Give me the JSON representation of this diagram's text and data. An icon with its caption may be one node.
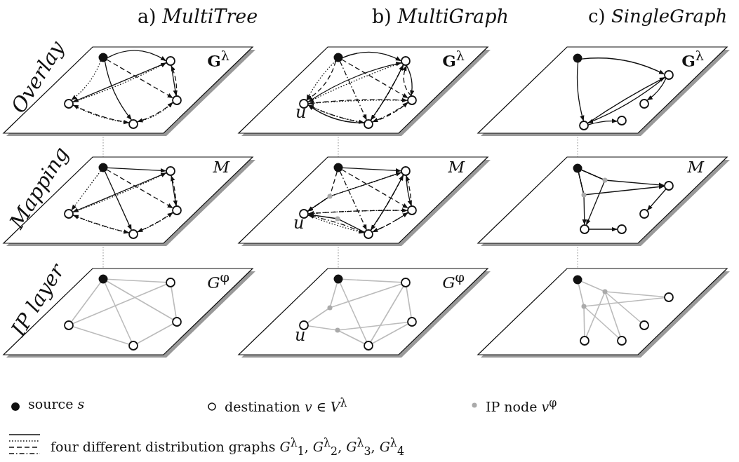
{
  "diagram": {
    "nodes": [
      {
        "text": [
          "**G**$^{λ}$"
        ]
      },
      {
        "text": [
          "**G**$^{λ}$"
        ]
      },
      {
        "text": [
          "**G**$^{λ}$"
        ]
      },
      {
        "text": [
          "M"
        ]
      },
      {
        "text": [
          "M"
        ]
      },
      {
        "text": [
          "M"
        ]
      },
      {
        "text": [
          "*G*$^{φ}$"
        ]
      },
      {
        "text": [
          "*G*$^{φ}$"
        ]
      },
      {
        "text": [],
        "shape": "parallelogram"
      }
    ],
    "edges": [
      {
        "from": 0,
        "to": 3,
        "arrow": "none",
        "style": "dashed",
        "color": "#888888"
      },
      {
        "from": 1,
        "to": 4,
        "arrow": "none",
        "style": "dashed",
        "color": "#888888"
      },
      {
        "from": 2,
        "to": 5,
        "arrow": "none",
        "style": "dashed",
        "color": "#888888"
      },
      {
        "from": 3,
        "to": 6,
        "arrow": "none",
        "style": "dashed",
        "color": "#888888"
      },
      {
        "from": 4,
        "to": 7,
        "arrow": "none",
        "style": "dashed",
        "color": "#888888"
      },
      {
        "from": 5,
        "to": 8,
        "arrow": "none",
        "style": "dashed",
        "color": "#888888"
      }
    ],
    "labels": [
      "a) *MultiTree*",
      "b) *MultiGraph*",
      "c) *SingleGraph*",
      "Overlay",
      "u",
      "Mapping",
      "u",
      "IP layer",
      "u"
    ],
    "legend": [
      {
        "text": "source *s*"
      },
      {
        "text": "destination *v* ∈ *V*$^{λ}$"
      },
      {
        "text": "IP node *v*$^{φ}$"
      },
      {
        "text": "four different distribution graphs *G*$^{λ}$$_{1}$, *G*$^{λ}$$_{2}$, *G*$^{λ}$$_{3}$, *G*$^{λ}$$_{4}$"
      }
    ]
  }
}
